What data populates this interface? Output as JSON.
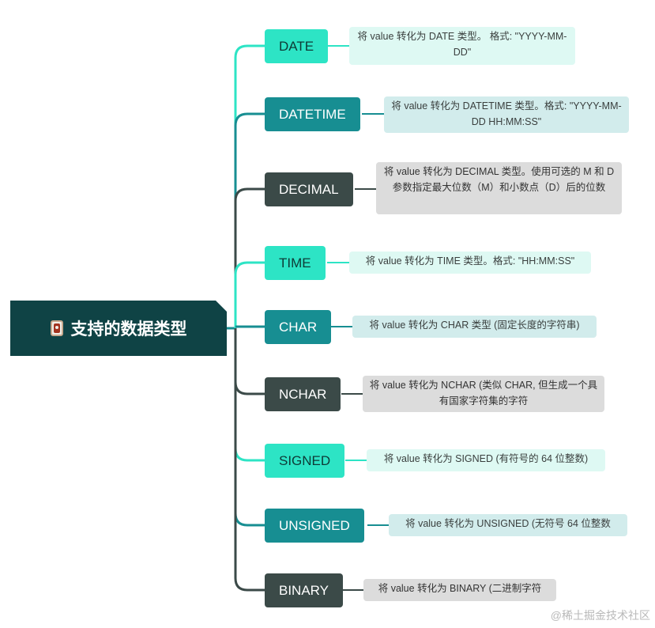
{
  "root": {
    "title": "支持的数据类型",
    "icon": "notebook-icon"
  },
  "colors": {
    "teal": "#2de4c5",
    "dark_teal": "#178e92",
    "slate": "#3b4a48",
    "root_bg": "#0f4345"
  },
  "types": [
    {
      "label": "DATE",
      "description": "将 value 转化为 DATE 类型。  格式: \"YYYY-MM-DD\"",
      "style": "teal"
    },
    {
      "label": "DATETIME",
      "description": "将 value 转化为 DATETIME 类型。格式: \"YYYY-MM-DD HH:MM:SS\"",
      "style": "dark"
    },
    {
      "label": "DECIMAL",
      "description": "将 value 转化为 DECIMAL 类型。使用可选的 M 和 D 参数指定最大位数（M）和小数点（D）后的位数",
      "style": "gray"
    },
    {
      "label": "TIME",
      "description": "将 value 转化为 TIME 类型。格式: \"HH:MM:SS\"",
      "style": "teal"
    },
    {
      "label": "CHAR",
      "description": "将 value 转化为 CHAR 类型 (固定长度的字符串)",
      "style": "dark"
    },
    {
      "label": "NCHAR",
      "description": "将 value 转化为 NCHAR (类似 CHAR, 但生成一个具有国家字符集的字符",
      "style": "gray"
    },
    {
      "label": "SIGNED",
      "description": "将 value 转化为 SIGNED (有符号的 64 位整数)",
      "style": "teal"
    },
    {
      "label": "UNSIGNED",
      "description": "将 value 转化为 UNSIGNED (无符号 64 位整数",
      "style": "dark"
    },
    {
      "label": "BINARY",
      "description": "将 value 转化为 BINARY (二进制字符",
      "style": "gray"
    }
  ],
  "watermark": "@稀土掘金技术社区"
}
